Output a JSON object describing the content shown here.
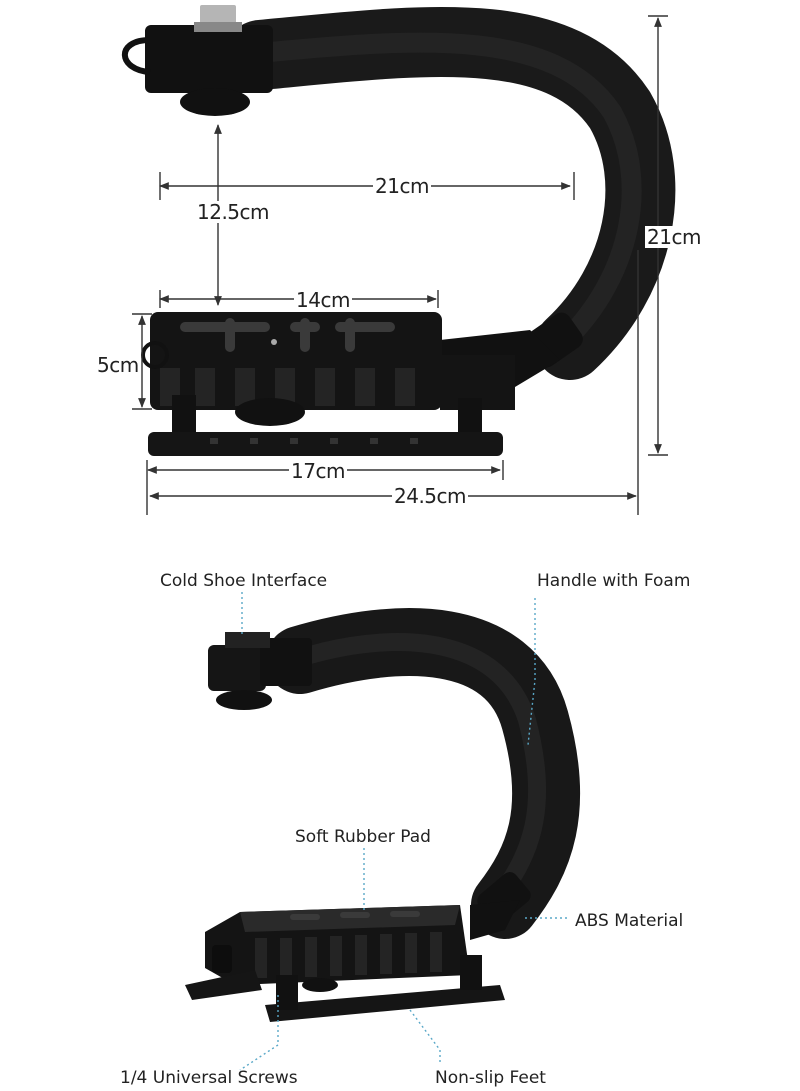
{
  "dimensions": {
    "top_width": "21cm",
    "height_total": "21cm",
    "mount_height": "12.5cm",
    "plate_width": "14cm",
    "base_height": "5cm",
    "feet_width": "17cm",
    "total_width": "24.5cm"
  },
  "callouts": {
    "cold_shoe": "Cold Shoe Interface",
    "handle": "Handle with Foam",
    "rubber_pad": "Soft Rubber Pad",
    "abs": "ABS Material",
    "screws": "1/4 Universal Screws",
    "feet": "Non-slip Feet"
  },
  "colors": {
    "product": "#141414",
    "foam": "#1d1d1d",
    "line": "#333333",
    "dotted": "#5aa8c8"
  }
}
